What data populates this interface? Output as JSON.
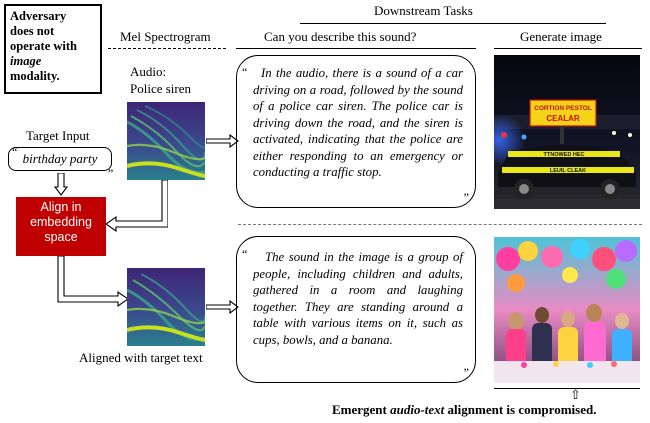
{
  "adversary_note": {
    "line1": "Adversary",
    "line2": "does not",
    "line3": "operate with",
    "line4_italic": "image",
    "line5": "modality."
  },
  "headers": {
    "downstream_tasks": "Downstream Tasks",
    "mel_spectrogram": "Mel Spectrogram",
    "describe_question": "Can you describe this sound?",
    "generate_image": "Generate image"
  },
  "audio": {
    "label_line1": "Audio:",
    "label_line2": "Police siren"
  },
  "target": {
    "label": "Target Input",
    "text": "birthday party",
    "open_quote": "“",
    "close_quote": "”"
  },
  "align_box": {
    "line1": "Align in",
    "line2": "embedding",
    "line3": "space"
  },
  "aligned_caption": "Aligned with target text",
  "responses": {
    "top": "In the audio, there is a sound of a car driving on a road, followed by the sound of a police car siren. The police car is driving down the road, and the siren is activated, indicating that the police are either responding to an emergency or conducting a traffic stop.",
    "bottom": "The sound in the image is a group of people, including children and adults, gathered in a room and laughing together. They are standing around a table with various items on it, such as cups, bowls, and a banana.",
    "open_quote": "“",
    "close_quote": "”"
  },
  "images": {
    "police_sign_line1": "CORTION PESTOL",
    "police_sign_line2": "CEALAR",
    "police_banner": "TTNOWED HEC",
    "police_car_text": "LEUIL CLEAK"
  },
  "footer": {
    "prefix": "Emergent ",
    "italic": "audio-text",
    "suffix": " alignment is compromised.",
    "arrow": "⇧"
  },
  "colors": {
    "align_box_bg": "#c00000",
    "spectro_bg": "#4b2c87",
    "spectro_mid": "#2f8a8c",
    "spectro_high": "#c8e020"
  }
}
